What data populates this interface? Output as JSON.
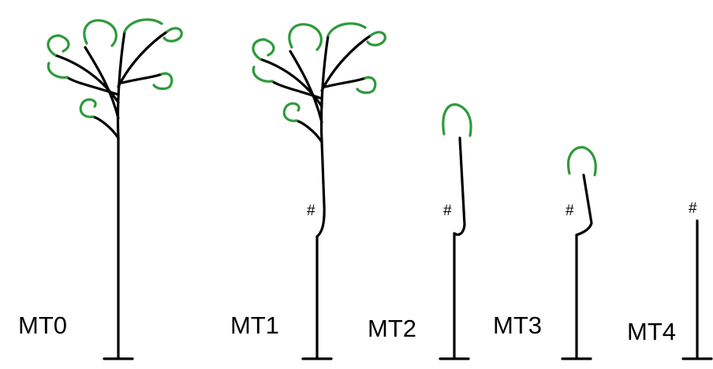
{
  "plants": [
    {
      "label": "MT0",
      "cut_mark": ""
    },
    {
      "label": "MT1",
      "cut_mark": "#"
    },
    {
      "label": "MT2",
      "cut_mark": "#"
    },
    {
      "label": "MT3",
      "cut_mark": "#"
    },
    {
      "label": "MT4",
      "cut_mark": "#"
    }
  ],
  "colors": {
    "stem": "#000000",
    "leaf": "#2e9a3a",
    "background": "#ffffff"
  }
}
